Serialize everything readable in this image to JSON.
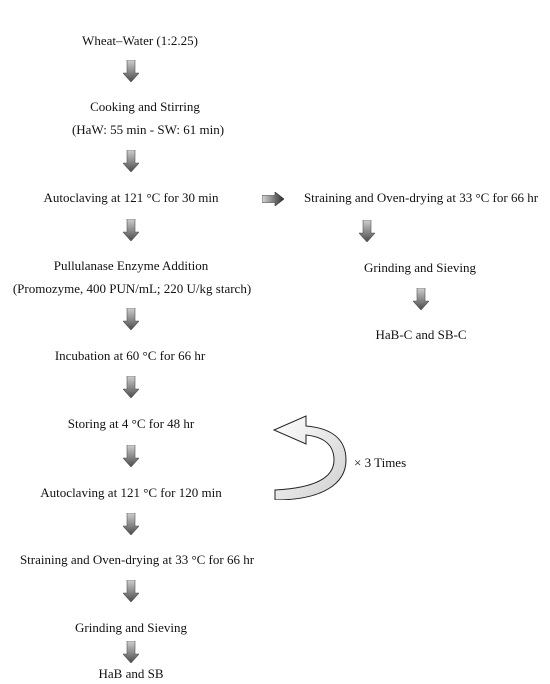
{
  "left_steps": [
    {
      "text": "Wheat–Water (1:2.25)"
    },
    {
      "text": "Cooking and Stirring"
    },
    {
      "text": "(HaW: 55 min - SW: 61 min)"
    },
    {
      "text": "Autoclaving at 121 °C for 30 min"
    },
    {
      "text": "Pullulanase Enzyme Addition"
    },
    {
      "text": "(Promozyme, 400 PUN/mL; 220 U/kg starch)"
    },
    {
      "text": "Incubation at 60 °C for 66 hr"
    },
    {
      "text": "Storing at 4 °C for 48 hr"
    },
    {
      "text": "Autoclaving at 121 °C for 120 min"
    },
    {
      "text": "Straining and Oven-drying at 33 °C for 66 hr"
    },
    {
      "text": "Grinding and Sieving"
    },
    {
      "text": "HaB and SB"
    }
  ],
  "right_steps": [
    {
      "text": "Straining and Oven-drying at 33 °C for 66 hr"
    },
    {
      "text": "Grinding and Sieving"
    },
    {
      "text": "HaB-C and SB-C"
    }
  ],
  "cycle_label": "× 3 Times"
}
